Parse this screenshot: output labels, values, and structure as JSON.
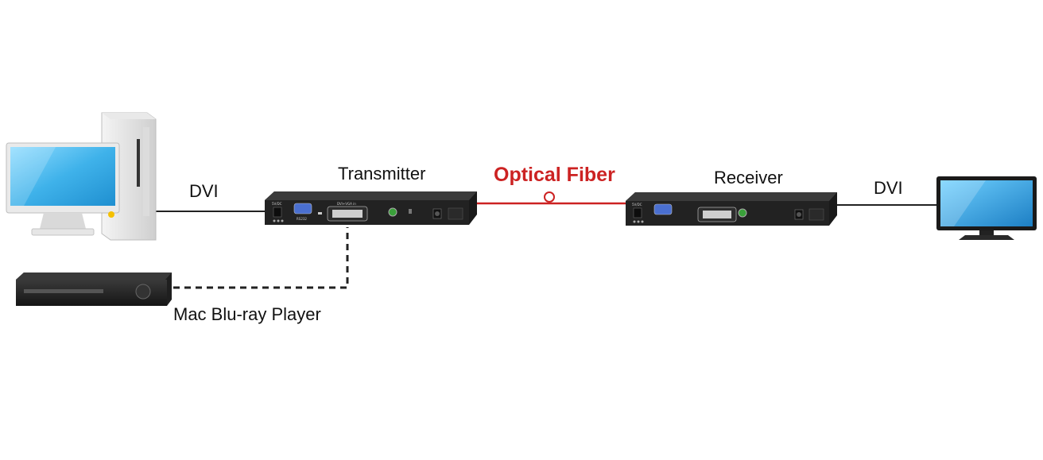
{
  "labels": {
    "dvi_left": "DVI",
    "transmitter": "Transmitter",
    "optical_fiber": "Optical Fiber",
    "receiver": "Receiver",
    "dvi_right": "DVI",
    "blu_ray": "Mac Blu-ray Player"
  },
  "colors": {
    "fiber": "#cc2222",
    "cable": "#222222",
    "device_body": "#1c1c1c",
    "screen": "#5ec3f0"
  },
  "icons": [
    "desktop-computer-icon",
    "blu-ray-player-icon",
    "transmitter-device-icon",
    "receiver-device-icon",
    "monitor-icon"
  ]
}
